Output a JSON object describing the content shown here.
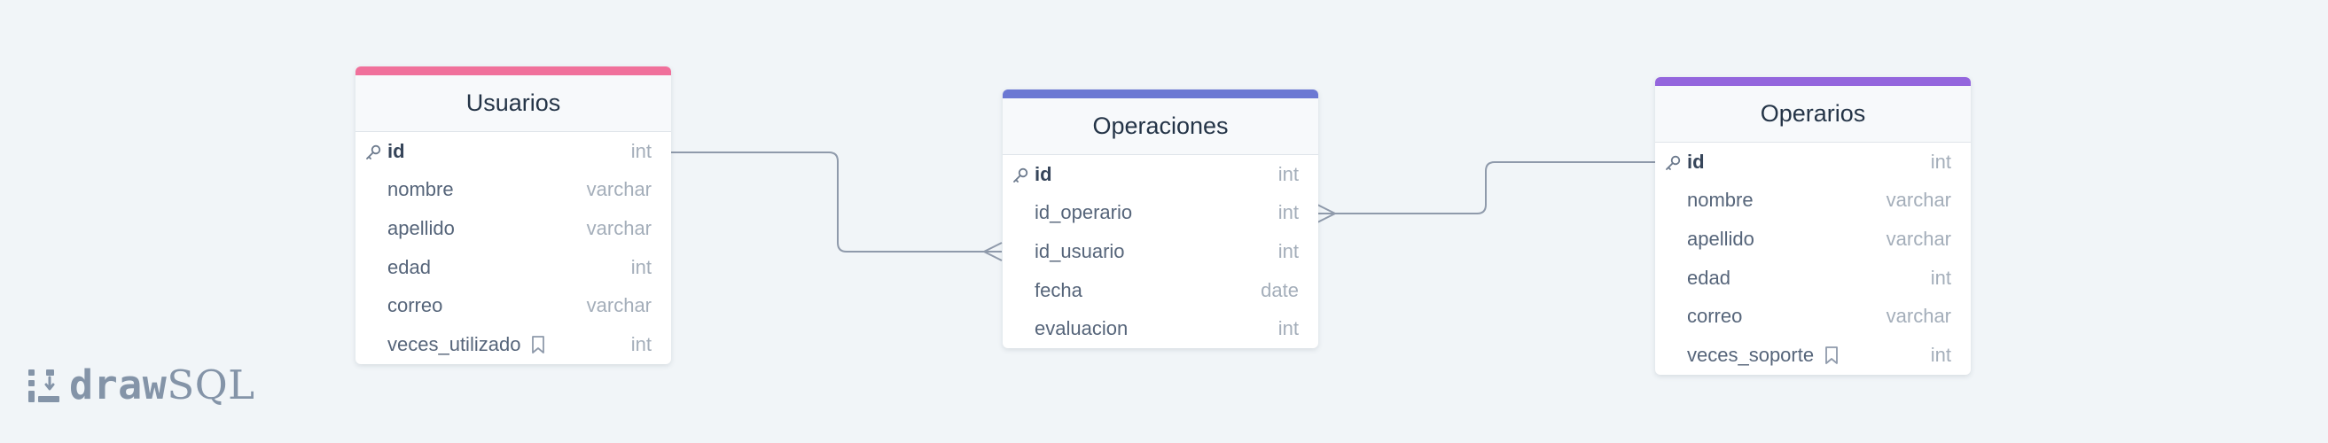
{
  "colors": {
    "background": "#f1f5f8",
    "usuarios_accent": "#f0709b",
    "operaciones_accent": "#6b78d3",
    "operarios_accent": "#9466dd",
    "connector": "#8f9aab"
  },
  "icons": {
    "primary_key": "key-icon",
    "comment": "bookmark-icon"
  },
  "tables": {
    "usuarios": {
      "title": "Usuarios",
      "columns": [
        {
          "name": "id",
          "type": "int",
          "primary_key": true
        },
        {
          "name": "nombre",
          "type": "varchar"
        },
        {
          "name": "apellido",
          "type": "varchar"
        },
        {
          "name": "edad",
          "type": "int"
        },
        {
          "name": "correo",
          "type": "varchar"
        },
        {
          "name": "veces_utilizado",
          "type": "int",
          "has_note": true
        }
      ]
    },
    "operaciones": {
      "title": "Operaciones",
      "columns": [
        {
          "name": "id",
          "type": "int",
          "primary_key": true
        },
        {
          "name": "id_operario",
          "type": "int"
        },
        {
          "name": "id_usuario",
          "type": "int"
        },
        {
          "name": "fecha",
          "type": "date"
        },
        {
          "name": "evaluacion",
          "type": "int"
        }
      ]
    },
    "operarios": {
      "title": "Operarios",
      "columns": [
        {
          "name": "id",
          "type": "int",
          "primary_key": true
        },
        {
          "name": "nombre",
          "type": "varchar"
        },
        {
          "name": "apellido",
          "type": "varchar"
        },
        {
          "name": "edad",
          "type": "int"
        },
        {
          "name": "correo",
          "type": "varchar"
        },
        {
          "name": "veces_soporte",
          "type": "int",
          "has_note": true
        }
      ]
    }
  },
  "relationships": [
    {
      "from": "usuarios.id",
      "to": "operaciones.id_usuario",
      "cardinality": "one-to-many"
    },
    {
      "from": "operarios.id",
      "to": "operaciones.id_operario",
      "cardinality": "one-to-many"
    }
  ],
  "logo": {
    "part1": "draw",
    "part2": "SQL"
  }
}
